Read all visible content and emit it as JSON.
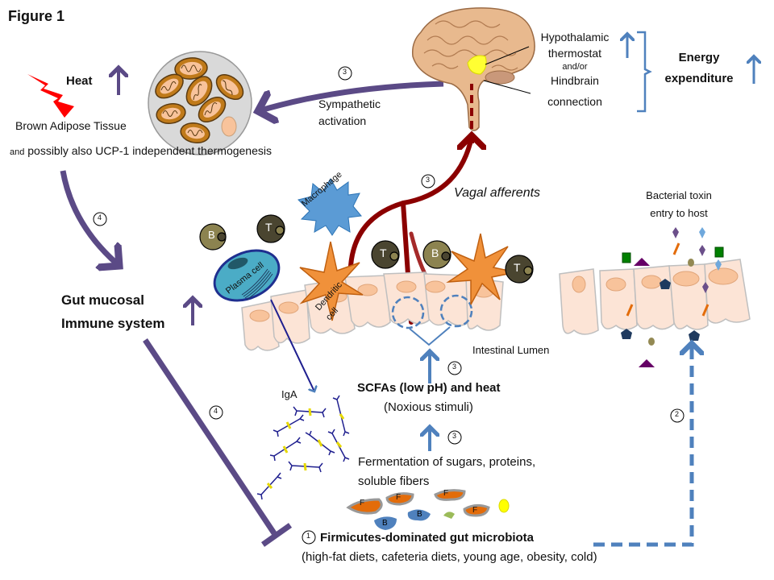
{
  "figure": {
    "title": "Figure 1"
  },
  "colors": {
    "purple_arrow": "#5b4a86",
    "blue_arrow": "#4f81bd",
    "vagal_red": "#8b0000",
    "heat_red": "#ff0000",
    "epithelium": "#fce4d6",
    "nucleus": "#f8c39b",
    "mitochondria": "#c07a1a",
    "dendritic": "#f0913a",
    "macrophage": "#5b9bd5",
    "plasma_cell": "#4bacc6",
    "t_cell": "#4a4530",
    "b_cell": "#8c8350"
  },
  "bat": {
    "heat_label": "Heat",
    "tissue_label": "Brown Adipose Tissue",
    "thermo_prefix": "and",
    "thermo_label": "possibly also UCP-1 independent thermogenesis",
    "heat_trend": "up"
  },
  "sympathetic": {
    "step": "3",
    "label_line1": "Sympathetic",
    "label_line2": "activation"
  },
  "brain": {
    "line1": "Hypothalamic",
    "line2": "thermostat",
    "line3": "and/or",
    "line4": "Hindbrain",
    "line5": "connection",
    "trend": "up"
  },
  "energy": {
    "line1": "Energy",
    "line2": "expenditure",
    "trend": "up"
  },
  "vagal": {
    "step": "3",
    "label": "Vagal afferents"
  },
  "immune": {
    "step_in": "4",
    "step_out": "4",
    "line1": "Gut mucosal",
    "line2": "Immune system",
    "trend": "up"
  },
  "cells": {
    "macrophage": "Macrophage",
    "plasma": "Plasma cell",
    "dendritic_line1": "Dendritic",
    "dendritic_line2": "cell",
    "t": "T",
    "b": "B",
    "iga": "IgA"
  },
  "lumen": {
    "label": "Intestinal Lumen"
  },
  "scfa": {
    "step": "3",
    "line1": "SCFAs (low pH) and heat",
    "line2": "(Noxious stimuli)"
  },
  "fermentation": {
    "step": "3",
    "line1": "Fermentation of sugars, proteins,",
    "line2": "soluble fibers"
  },
  "microbiota": {
    "step": "1",
    "title": "Firmicutes-dominated  gut microbiota",
    "subtitle": "(high-fat diets, cafeteria diets, young age, obesity, cold)",
    "f_label": "F",
    "b_label": "B"
  },
  "toxin": {
    "step": "2",
    "line1": "Bacterial toxin",
    "line2": "entry to host"
  }
}
